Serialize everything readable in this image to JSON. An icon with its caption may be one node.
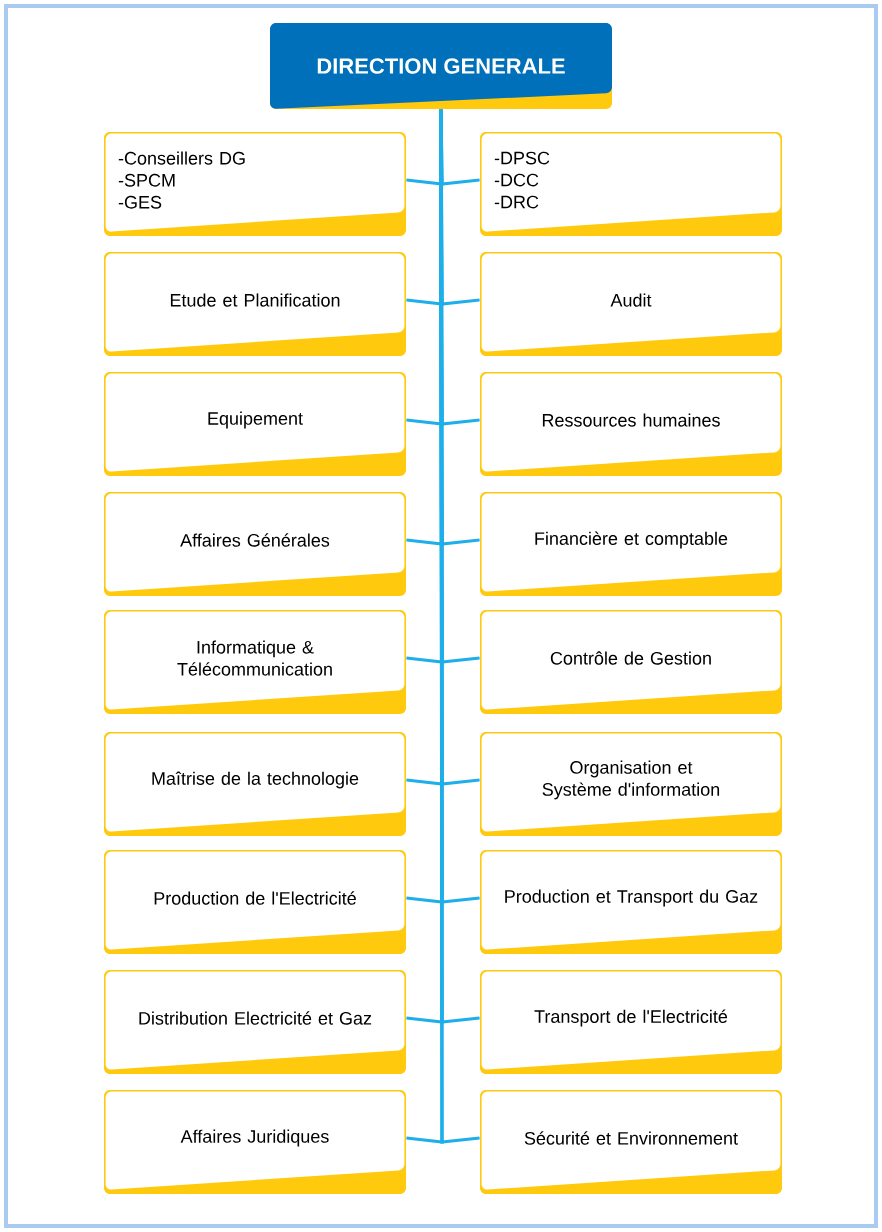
{
  "diagram": {
    "nodes": [
      {
        "text": [
          "DIRECTION GENERALE"
        ]
      },
      {
        "text": [
          "-Conseillers DG",
          "-SPCM",
          "-GES"
        ]
      },
      {
        "text": [
          "-DPSC",
          "-DCC",
          "-DRC"
        ]
      },
      {
        "text": [
          "Etude et Planification"
        ]
      },
      {
        "text": [
          "Audit"
        ]
      },
      {
        "text": [
          "Equipement"
        ]
      },
      {
        "text": [
          "Ressources humaines"
        ]
      },
      {
        "text": [
          "Affaires Générales"
        ]
      },
      {
        "text": [
          "Financière et comptable"
        ]
      },
      {
        "text": [
          "Informatique & Télécommunication"
        ]
      },
      {
        "text": [
          "Contrôle de Gestion"
        ]
      },
      {
        "text": [
          "Maîtrise de la technologie"
        ]
      },
      {
        "text": [
          "Organisation et Système d'information"
        ]
      },
      {
        "text": [
          "Production de l'Electricité"
        ]
      },
      {
        "text": [
          "Production et Transport du Gaz"
        ]
      },
      {
        "text": [
          "Distribution Electricité et Gaz"
        ]
      },
      {
        "text": [
          "Transport de l'Electricité"
        ]
      },
      {
        "text": [
          "Affaires Juridiques"
        ]
      },
      {
        "text": [
          "Sécurité et Environnement"
        ]
      }
    ],
    "edges": [
      {
        "from": 0,
        "to": 1,
        "arrow": "none"
      },
      {
        "from": 0,
        "to": 2,
        "arrow": "none"
      },
      {
        "from": 0,
        "to": 3,
        "arrow": "none"
      },
      {
        "from": 0,
        "to": 4,
        "arrow": "none"
      },
      {
        "from": 0,
        "to": 5,
        "arrow": "none"
      },
      {
        "from": 0,
        "to": 6,
        "arrow": "none"
      },
      {
        "from": 0,
        "to": 7,
        "arrow": "none"
      },
      {
        "from": 0,
        "to": 8,
        "arrow": "none"
      },
      {
        "from": 0,
        "to": 9,
        "arrow": "none"
      },
      {
        "from": 0,
        "to": 10,
        "arrow": "none"
      },
      {
        "from": 0,
        "to": 11,
        "arrow": "none"
      },
      {
        "from": 0,
        "to": 12,
        "arrow": "none"
      },
      {
        "from": 0,
        "to": 13,
        "arrow": "none"
      },
      {
        "from": 0,
        "to": 14,
        "arrow": "none"
      },
      {
        "from": 0,
        "to": 15,
        "arrow": "none"
      },
      {
        "from": 0,
        "to": 16,
        "arrow": "none"
      },
      {
        "from": 0,
        "to": 17,
        "arrow": "none"
      },
      {
        "from": 0,
        "to": 18,
        "arrow": "none"
      }
    ]
  }
}
